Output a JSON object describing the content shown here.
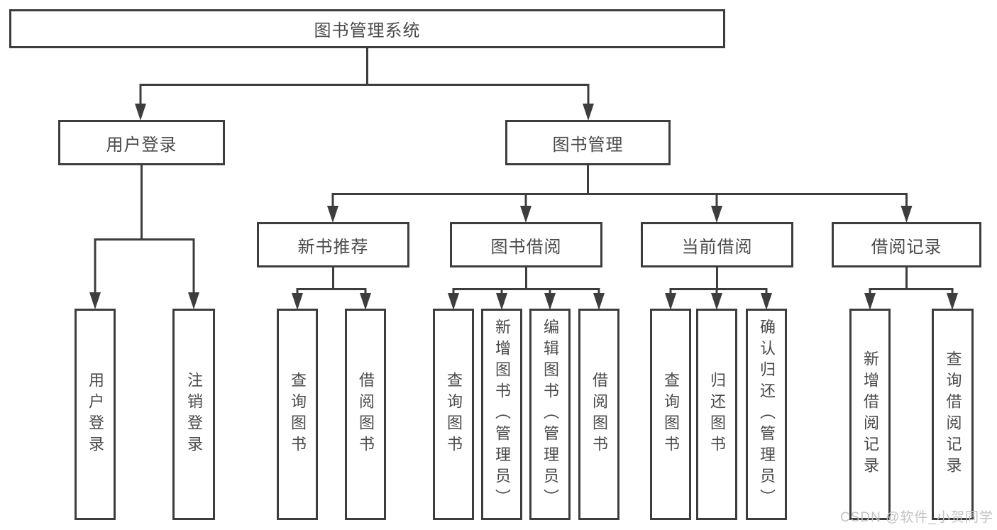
{
  "colors": {
    "line": "#3d3d3d",
    "text": "#4a4a4a",
    "box_background": "#ffffff",
    "page_background": "#ffffff",
    "watermark": "#c3c3c3"
  },
  "watermark": "CSDN @软件_小贺同学",
  "tree": {
    "root": "图书管理系统",
    "branches": [
      {
        "label": "用户登录",
        "children": [
          "用户登录",
          "注销登录"
        ]
      },
      {
        "label": "图书管理",
        "groups": [
          {
            "label": "新书推荐",
            "children": [
              "查询图书",
              "借阅图书"
            ]
          },
          {
            "label": "图书借阅",
            "children": [
              "查询图书",
              "新增图书（管理员）",
              "编辑图书（管理员）",
              "借阅图书"
            ]
          },
          {
            "label": "当前借阅",
            "children": [
              "查询图书",
              "归还图书",
              "确认归还（管理员）"
            ]
          },
          {
            "label": "借阅记录",
            "children": [
              "新增借阅记录",
              "查询借阅记录"
            ]
          }
        ]
      }
    ]
  }
}
